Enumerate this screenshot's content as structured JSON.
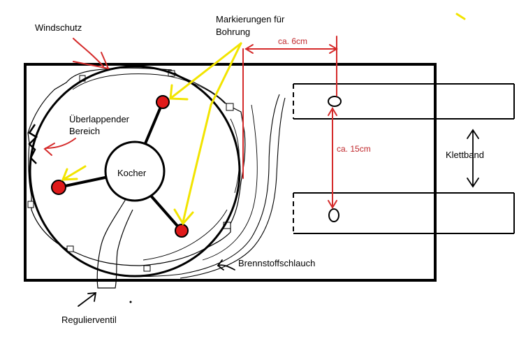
{
  "labels": {
    "windschutz": "Windschutz",
    "markierungen_line1": "Markierungen für",
    "markierungen_line2": "Bohrung",
    "overlap_line1": "Überlappender",
    "overlap_line2": "Bereich",
    "kocher": "Kocher",
    "dist_6": "ca. 6cm",
    "dist_15": "ca. 15cm",
    "klettband": "Klettband",
    "brennstoffschlauch": "Brennstoffschlauch",
    "regulierventil": "Regulierventil"
  },
  "colors": {
    "outline": "#000000",
    "annotation_red": "#d52b2b",
    "annotation_yellow": "#f2e400",
    "marker_fill": "#e01a1a"
  }
}
